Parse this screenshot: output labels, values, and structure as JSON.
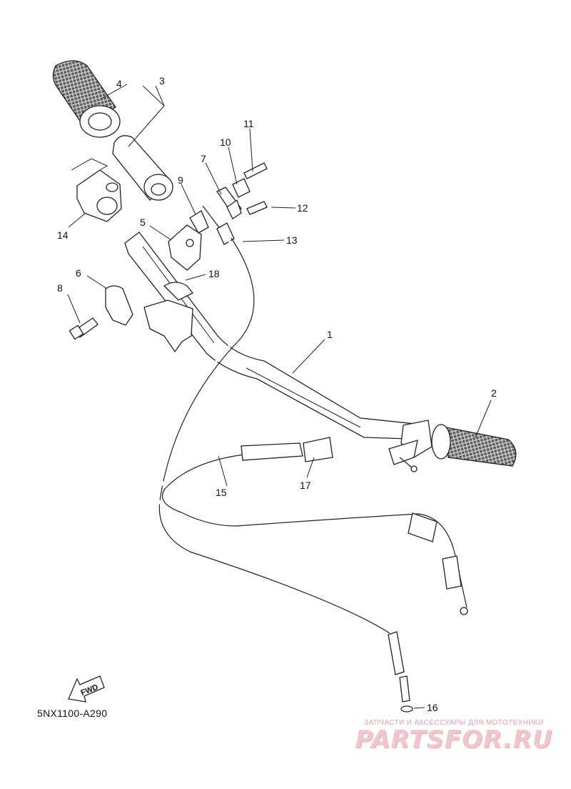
{
  "callouts": {
    "c1": "1",
    "c2": "2",
    "c3": "3",
    "c4": "4",
    "c5": "5",
    "c6": "6",
    "c7": "7",
    "c8": "8",
    "c9": "9",
    "c10": "10",
    "c11": "11",
    "c12": "12",
    "c13": "13",
    "c14": "14",
    "c15": "15",
    "c16": "16",
    "c17": "17",
    "c18": "18"
  },
  "fwd_label": "FWD",
  "diagram_code": "5NX1100-A290",
  "watermark": {
    "tagline": "ЗАПЧАСТИ И АКСЕССУАРЫ ДЛЯ МОТОТЕХНИКИ",
    "brand": "PARTSFOR.RU"
  },
  "colors": {
    "line": "#222222",
    "watermark": "#f2c7cc"
  }
}
